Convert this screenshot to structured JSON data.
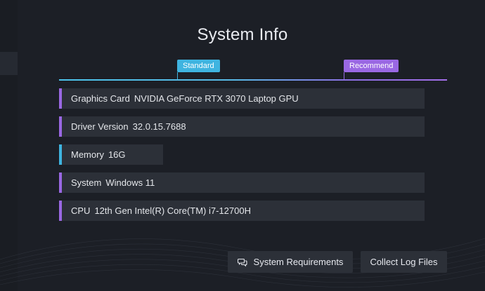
{
  "title": "System Info",
  "scale": {
    "standard_label": "Standard",
    "recommend_label": "Recommend"
  },
  "rows": [
    {
      "label": "Graphics Card",
      "value": "NVIDIA GeForce RTX 3070 Laptop GPU",
      "status": "recommend"
    },
    {
      "label": "Driver Version",
      "value": "32.0.15.7688",
      "status": "recommend"
    },
    {
      "label": "Memory",
      "value": "16G",
      "status": "standard"
    },
    {
      "label": "System",
      "value": "Windows 11",
      "status": "recommend"
    },
    {
      "label": "CPU",
      "value": "12th Gen Intel(R) Core(TM) i7-12700H",
      "status": "recommend"
    }
  ],
  "buttons": {
    "system_requirements": "System Requirements",
    "collect_logs": "Collect Log Files"
  },
  "colors": {
    "standard": "#3fb4e0",
    "recommend": "#9a68e3",
    "background": "#1c1f26",
    "row_bg": "#2c3038"
  },
  "icons": {
    "system_requirements": "chat-bubbles-icon"
  }
}
